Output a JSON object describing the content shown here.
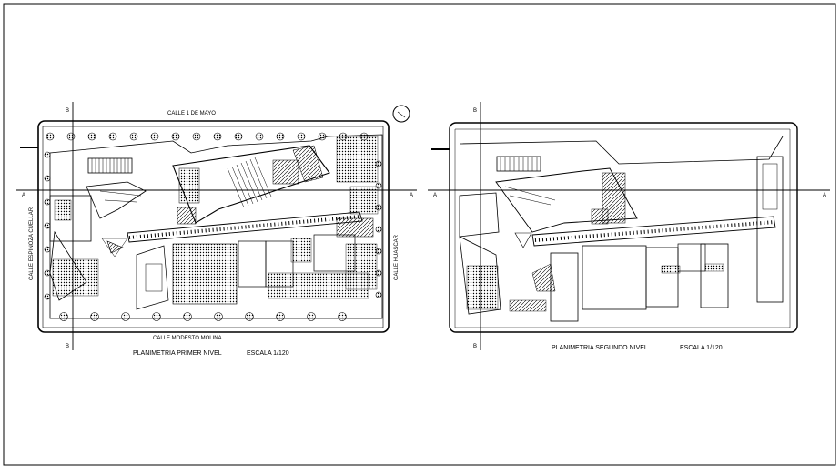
{
  "drawing": {
    "plan1": {
      "title": "PLANIMETRIA PRIMER NIVEL",
      "scale": "ESCALA 1/120",
      "street_top": "CALLE 1 DE MAYO",
      "street_bottom": "CALLE MODESTO MOLINA",
      "street_left": "CALLE ESPINOZA CUELLAR",
      "street_right": "CALLE HUASCAR",
      "section_a": "A",
      "section_b": "B"
    },
    "plan2": {
      "title": "PLANIMETRIA SEGUNDO NIVEL",
      "scale": "ESCALA 1/120",
      "section_a": "A",
      "section_b": "B"
    },
    "north_symbol": "north-arrow-icon",
    "line_color": "#000000",
    "background": "#ffffff"
  }
}
